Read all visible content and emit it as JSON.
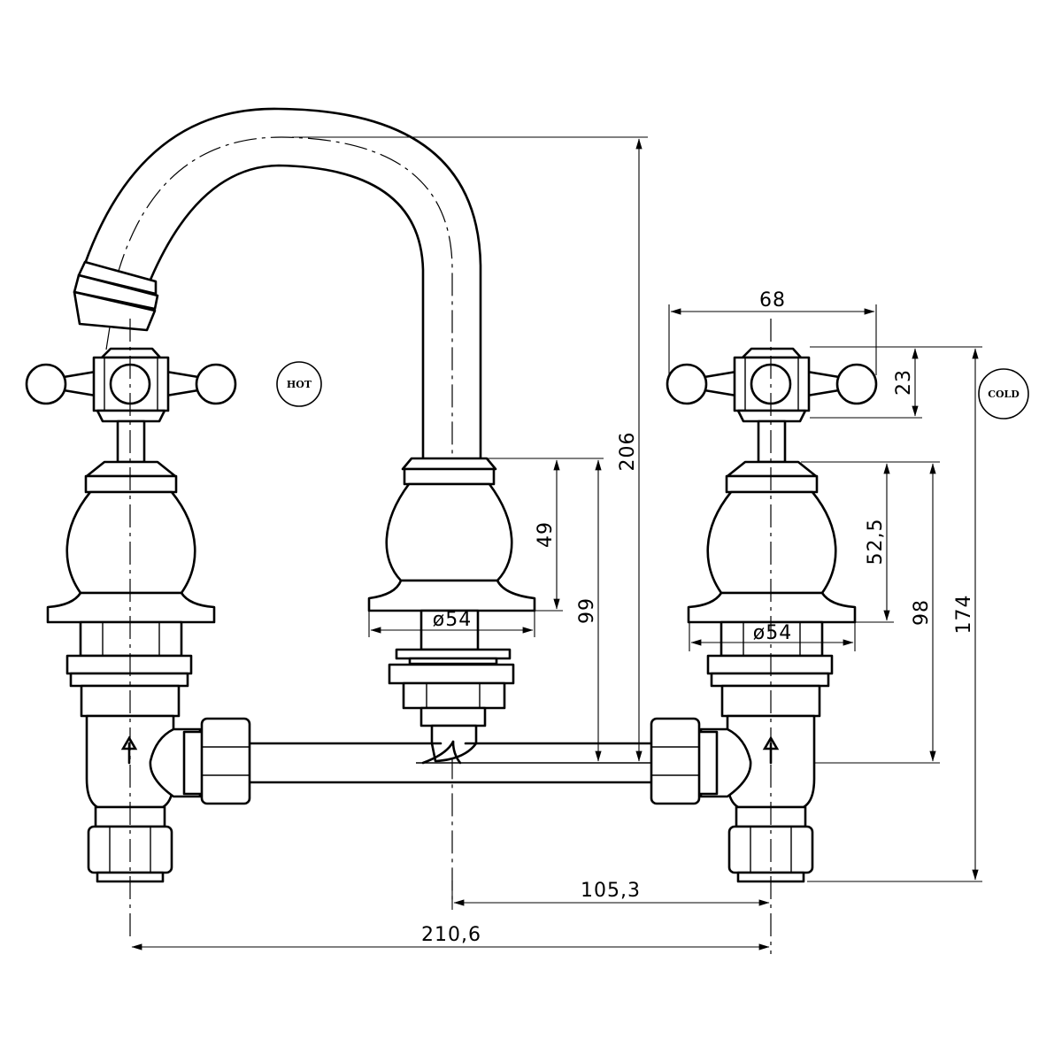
{
  "drawing": {
    "labels": {
      "hot": "HOT",
      "cold": "COLD"
    },
    "dimensions": {
      "width_handles": "68",
      "handle_height": "23",
      "spout_total_height": "206",
      "spout_body_height": "49",
      "spout_to_pipe": "99",
      "valve_body_height": "52,5",
      "valve_to_pipe": "98",
      "valve_total_height": "174",
      "base_diameter_spout": "ø54",
      "base_diameter_valve": "ø54",
      "half_spacing": "105,3",
      "full_spacing": "210,6"
    }
  }
}
